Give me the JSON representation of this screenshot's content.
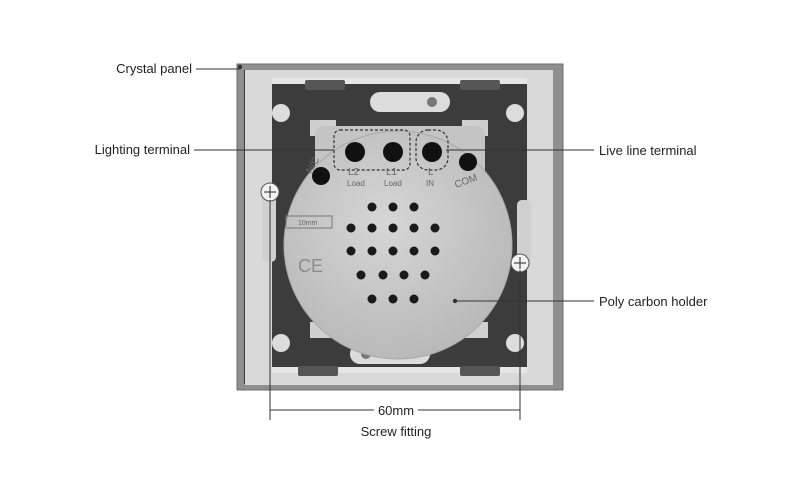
{
  "labels": {
    "crystal_panel": "Crystal panel",
    "lighting_terminal": "Lighting terminal",
    "live_line_terminal": "Live line terminal",
    "poly_carbon_holder": "Poly carbon holder",
    "dimension": "60mm",
    "screw_fitting": "Screw fitting"
  },
  "terminal_marks": {
    "nc": "N/C",
    "l2": "L2",
    "l1": "L1",
    "l": "L",
    "com": "COM",
    "load_1": "Load",
    "load_2": "Load",
    "in": "IN"
  },
  "holder_marks": {
    "ce": "CE",
    "strip_gauge": "10mm"
  },
  "colors": {
    "panel_frame": "#8d8d8d",
    "panel_back": "#3d3d3d",
    "holder": "#c8c8c8",
    "leader_line": "#333333",
    "background": "#ffffff"
  }
}
